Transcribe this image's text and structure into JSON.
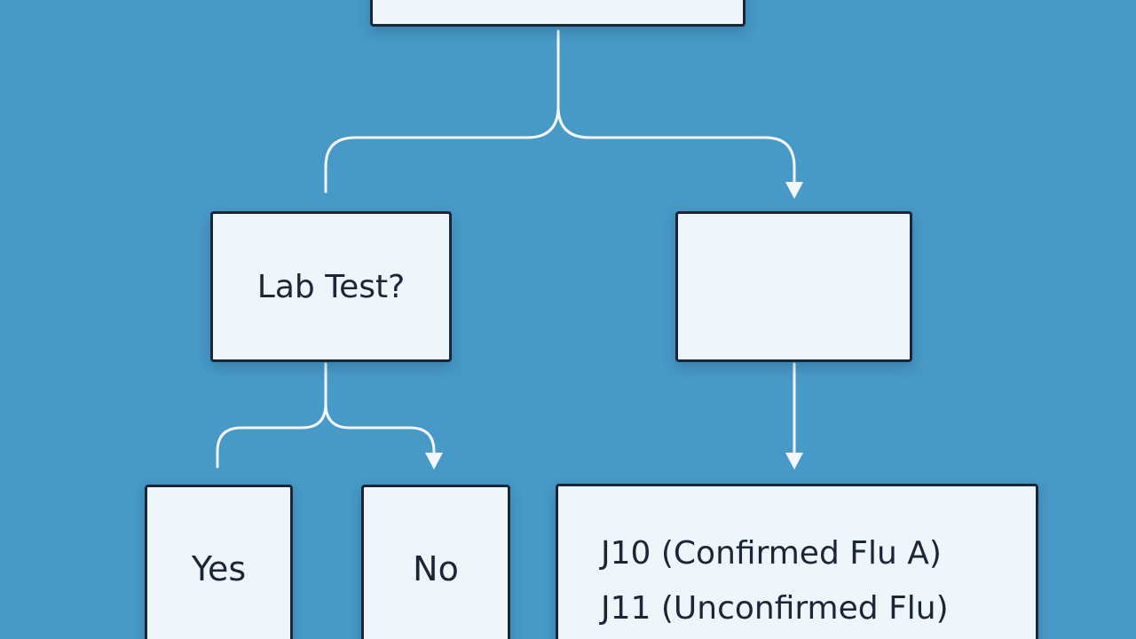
{
  "diagram": {
    "nodes": {
      "top": {
        "label": ""
      },
      "lab_test": {
        "label": "Lab Test?"
      },
      "right": {
        "label": ""
      },
      "yes": {
        "label": "Yes"
      },
      "no": {
        "label": "No"
      },
      "codes": {
        "lines": [
          "J10 (Confirmed Flu A)",
          "J11 (Unconfirmed Flu)"
        ]
      }
    },
    "colors": {
      "background": "#4799c8",
      "node_fill": "#eef5fb",
      "node_border": "#1b2737",
      "connector": "#f4f8fc"
    }
  }
}
